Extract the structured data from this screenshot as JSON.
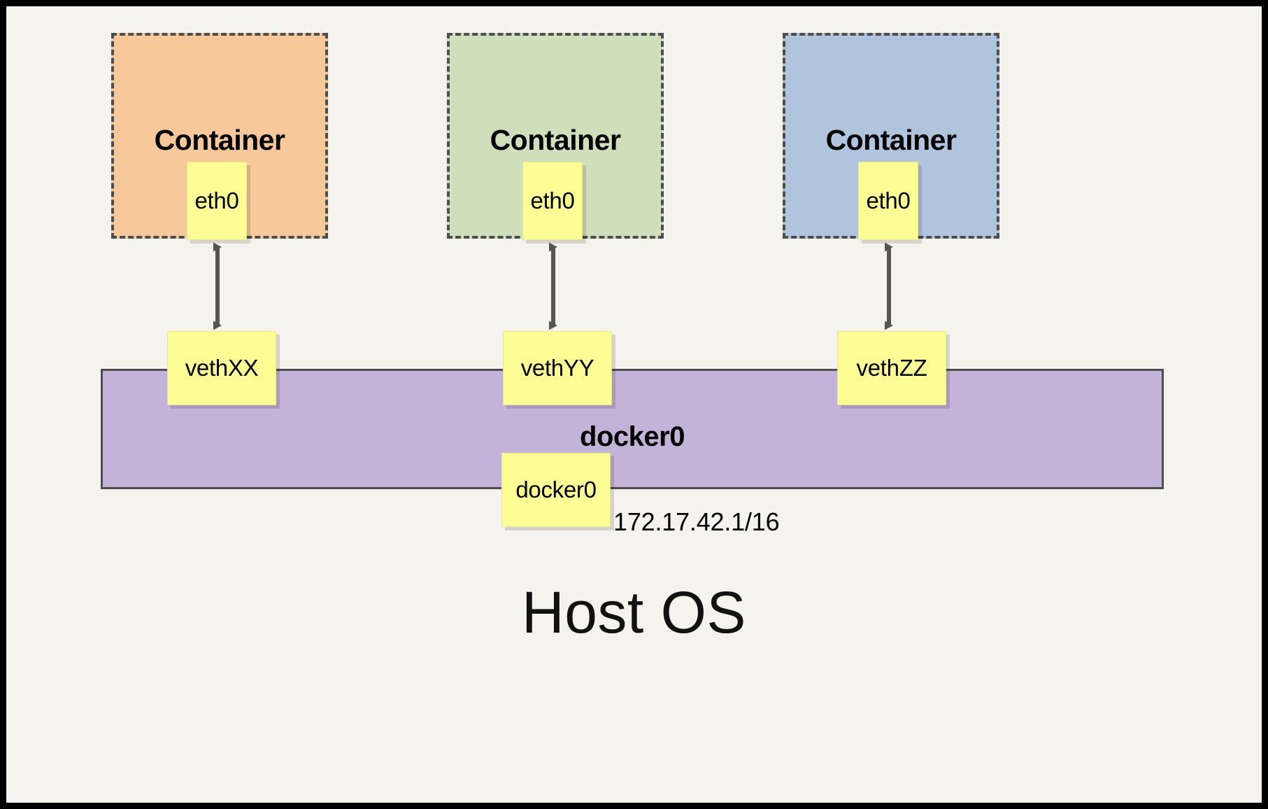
{
  "diagram": {
    "title_bottom": "Host OS",
    "frame_color": "#000000",
    "background_color": "#f4f3ee"
  },
  "containers": [
    {
      "label": "Container",
      "iface": "eth0",
      "fill": "#f7c89a"
    },
    {
      "label": "Container",
      "iface": "eth0",
      "fill": "#cfdfbc"
    },
    {
      "label": "Container",
      "iface": "eth0",
      "fill": "#b0c4de"
    }
  ],
  "bridge": {
    "name": "docker0",
    "fill": "#c4b3d8",
    "border": "#4d4d4d",
    "iface_label": "docker0",
    "ip": "172.17.42.1/16"
  },
  "veths": [
    {
      "label": "vethXX"
    },
    {
      "label": "vethYY"
    },
    {
      "label": "vethZZ"
    }
  ],
  "arrows": {
    "color": "#555555",
    "style": "double-headed"
  }
}
